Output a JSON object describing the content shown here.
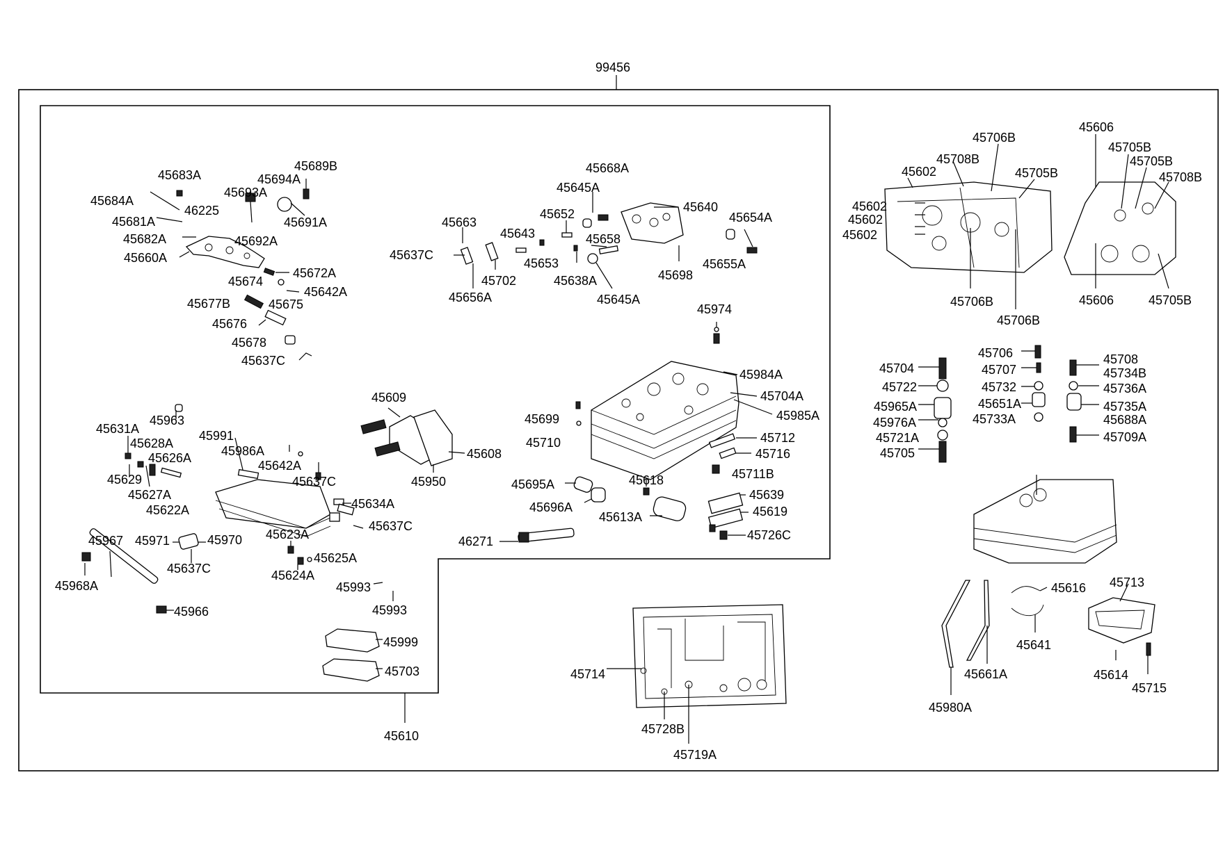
{
  "diagram": {
    "assembly_number": "99456",
    "left_group_number": "45610",
    "labels": {
      "45683A": "45683A",
      "45684A": "45684A",
      "46225": "46225",
      "45681A": "45681A",
      "45682A": "45682A",
      "45660A": "45660A",
      "45689B": "45689B",
      "45694A": "45694A",
      "45693A": "45693A",
      "45691A": "45691A",
      "45692A": "45692A",
      "45672A": "45672A",
      "45674": "45674",
      "45642A_top": "45642A",
      "45677B": "45677B",
      "45675": "45675",
      "45676": "45676",
      "45678": "45678",
      "45637C_a": "45637C",
      "45668A": "45668A",
      "45645A_a": "45645A",
      "45640": "45640",
      "45652": "45652",
      "45663": "45663",
      "45643": "45643",
      "45658": "45658",
      "45637C_b": "45637C",
      "45653": "45653",
      "45702": "45702",
      "45638A": "45638A",
      "45656A": "45656A",
      "45645A_b": "45645A",
      "45698": "45698",
      "45654A": "45654A",
      "45655A": "45655A",
      "45974": "45974",
      "45984A": "45984A",
      "45704A": "45704A",
      "45985A": "45985A",
      "45699": "45699",
      "45710": "45710",
      "45712": "45712",
      "45716": "45716",
      "45711B": "45711B",
      "45639": "45639",
      "45619": "45619",
      "45726C": "45726C",
      "45618": "45618",
      "45613A": "45613A",
      "45695A": "45695A",
      "45696A": "45696A",
      "46271": "46271",
      "45609": "45609",
      "45608": "45608",
      "45950": "45950",
      "45963": "45963",
      "45631A": "45631A",
      "45628A": "45628A",
      "45626A": "45626A",
      "45629": "45629",
      "45627A": "45627A",
      "45991": "45991",
      "45986A": "45986A",
      "45642A_mid": "45642A",
      "45637C_c": "45637C",
      "45622A": "45622A",
      "45634A": "45634A",
      "45637C_d": "45637C",
      "45967": "45967",
      "45971": "45971",
      "45970": "45970",
      "45637C_e": "45637C",
      "45623A": "45623A",
      "45625A": "45625A",
      "45624A": "45624A",
      "45968A": "45968A",
      "45966": "45966",
      "45993_a": "45993",
      "45993_b": "45993",
      "45999": "45999",
      "45703": "45703",
      "45714": "45714",
      "45728B": "45728B",
      "45719A": "45719A",
      "45706B_top": "45706B",
      "45708B_a": "45708B",
      "45602_a": "45602",
      "45705B_a": "45705B",
      "45602_b": "45602",
      "45602_c": "45602",
      "45602_d": "45602",
      "45706B_b": "45706B",
      "45706B_c": "45706B",
      "45606_top": "45606",
      "45705B_b": "45705B",
      "45705B_c": "45705B",
      "45708B_b": "45708B",
      "45606_bot": "45606",
      "45705B_d": "45705B",
      "45704": "45704",
      "45722": "45722",
      "45965A": "45965A",
      "45976A": "45976A",
      "45721A": "45721A",
      "45705": "45705",
      "45706": "45706",
      "45707": "45707",
      "45732": "45732",
      "45651A": "45651A",
      "45733A": "45733A",
      "45708": "45708",
      "45734B": "45734B",
      "45736A": "45736A",
      "45735A": "45735A",
      "45688A": "45688A",
      "45709A": "45709A",
      "45616": "45616",
      "45641": "45641",
      "45713": "45713",
      "45661A": "45661A",
      "45980A": "45980A",
      "45614": "45614",
      "45715": "45715"
    }
  }
}
